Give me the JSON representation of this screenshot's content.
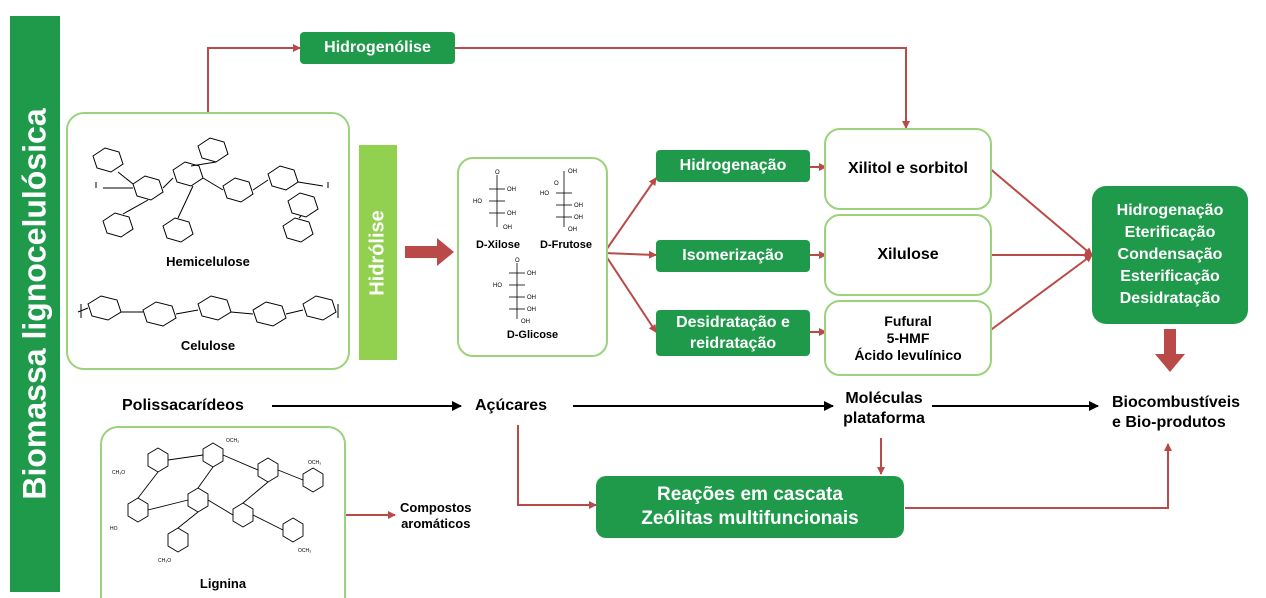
{
  "sidebar_title": "Biomassa lignocelulósica",
  "processes": {
    "hidrogenolise": "Hidrogenólise",
    "hidrolise": "Hidrólise",
    "hidrogenacao": "Hidrogenação",
    "isomerizacao": "Isomerização",
    "desidratacao": "Desidratação e reidratação",
    "reacoes": "Reações em cascata\nZeólitas multifuncionais",
    "upgrading": "Hidrogenação\nEterificação\nCondensação\nEsterificação\nDesidratação"
  },
  "feedstocks": {
    "hemicelulose": "Hemicelulose",
    "celulose": "Celulose",
    "lignina": "Lignina"
  },
  "sugars": {
    "xilose": "D-Xilose",
    "frutose": "D-Frutose",
    "glicose": "D-Glicose"
  },
  "platform": {
    "xilitol": "Xilitol e sorbitol",
    "xilulose": "Xilulose",
    "furanics": "Fufural\n5-HMF\nÁcido levulínico"
  },
  "flow": {
    "polissacarideos": "Polissacarídeos",
    "acucares": "Açúcares",
    "moleculas": "Moléculas\nplataforma",
    "biocombustiveis": "Biocombustíveis\ne Bio-produtos",
    "aromaticos": "Compostos\naromáticos"
  },
  "colors": {
    "green": "#1f9a4b",
    "light_green": "#92d050",
    "box_border": "#9bd27b",
    "arrow_red": "#b94a48",
    "arrow_black": "#000000"
  }
}
